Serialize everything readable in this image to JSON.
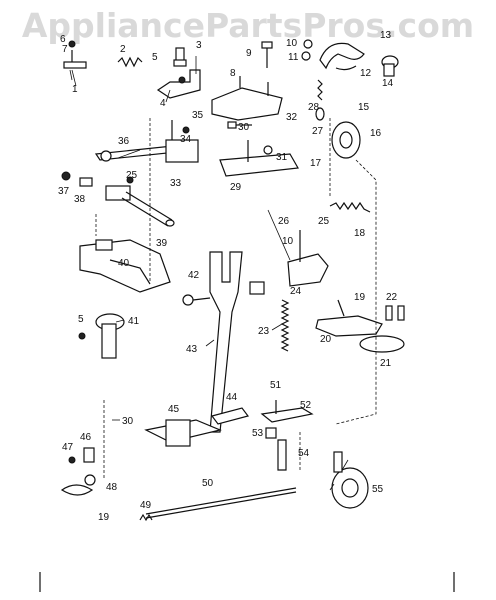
{
  "watermark": "AppliancePartsPros.com",
  "callouts": {
    "c1": "1",
    "c2": "2",
    "c3": "3",
    "c4": "4",
    "c5": "5",
    "c5b": "5",
    "c6": "6",
    "c7": "7",
    "c8": "8",
    "c9": "9",
    "c10": "10",
    "c10b": "10",
    "c11": "11",
    "c12": "12",
    "c13": "13",
    "c14": "14",
    "c15": "15",
    "c16": "16",
    "c17": "17",
    "c18": "18",
    "c19": "19",
    "c19b": "19",
    "c20": "20",
    "c21": "21",
    "c22": "22",
    "c23": "23",
    "c24": "24",
    "c25": "25",
    "c25b": "25",
    "c26": "26",
    "c27": "27",
    "c28": "28",
    "c29": "29",
    "c30": "30",
    "c30b": "30",
    "c31": "31",
    "c32": "32",
    "c33": "33",
    "c34": "34",
    "c35": "35",
    "c36": "36",
    "c37": "37",
    "c38": "38",
    "c39": "39",
    "c40": "40",
    "c41": "41",
    "c42": "42",
    "c43": "43",
    "c44": "44",
    "c45": "45",
    "c46": "46",
    "c47": "47",
    "c48": "48",
    "c49": "49",
    "c50": "50",
    "c51": "51",
    "c52": "52",
    "c53": "53",
    "c54": "54",
    "c55": "55"
  }
}
